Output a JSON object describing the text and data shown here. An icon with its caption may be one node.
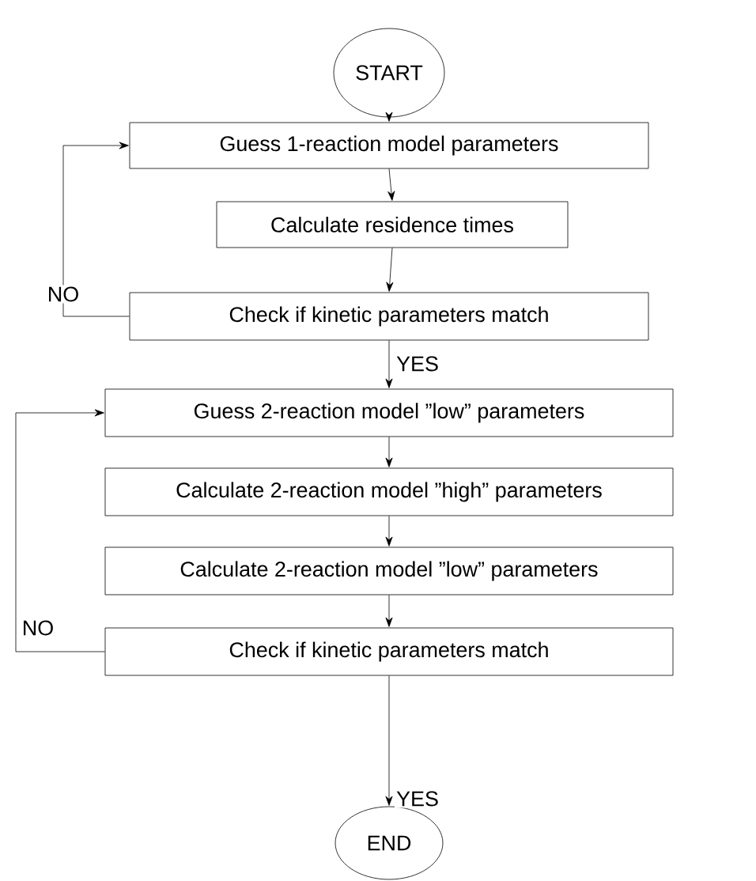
{
  "diagram": {
    "nodes": [
      {
        "text": [
          "START"
        ]
      },
      {
        "text": [
          "Guess 1-reaction model parameters"
        ]
      },
      {
        "text": [
          "Calculate residence times"
        ]
      },
      {
        "text": [
          "Check if kinetic parameters match"
        ]
      },
      {
        "text": [
          "Guess 2-reaction model ”low” parameters"
        ]
      },
      {
        "text": [
          "Calculate 2-reaction model ”high” parameters"
        ]
      },
      {
        "text": [
          "Calculate 2-reaction model ”low” parameters"
        ]
      },
      {
        "text": [
          "Check if kinetic parameters match"
        ]
      },
      {
        "text": [
          "END"
        ]
      }
    ],
    "edges": [
      {
        "from": 0,
        "to": 1,
        "arrow": "to"
      },
      {
        "from": 1,
        "to": 2,
        "arrow": "to"
      },
      {
        "from": 2,
        "to": 3,
        "arrow": "to"
      },
      {
        "from": 3,
        "to": 1,
        "arrow": "to",
        "label": "NO"
      },
      {
        "from": 3,
        "to": 4,
        "arrow": "to",
        "label": "YES"
      },
      {
        "from": 4,
        "to": 5,
        "arrow": "to"
      },
      {
        "from": 5,
        "to": 6,
        "arrow": "to"
      },
      {
        "from": 6,
        "to": 7,
        "arrow": "to"
      },
      {
        "from": 7,
        "to": 4,
        "arrow": "to",
        "label": "NO"
      },
      {
        "from": 7,
        "to": 8,
        "arrow": "to",
        "label": "YES"
      }
    ]
  }
}
